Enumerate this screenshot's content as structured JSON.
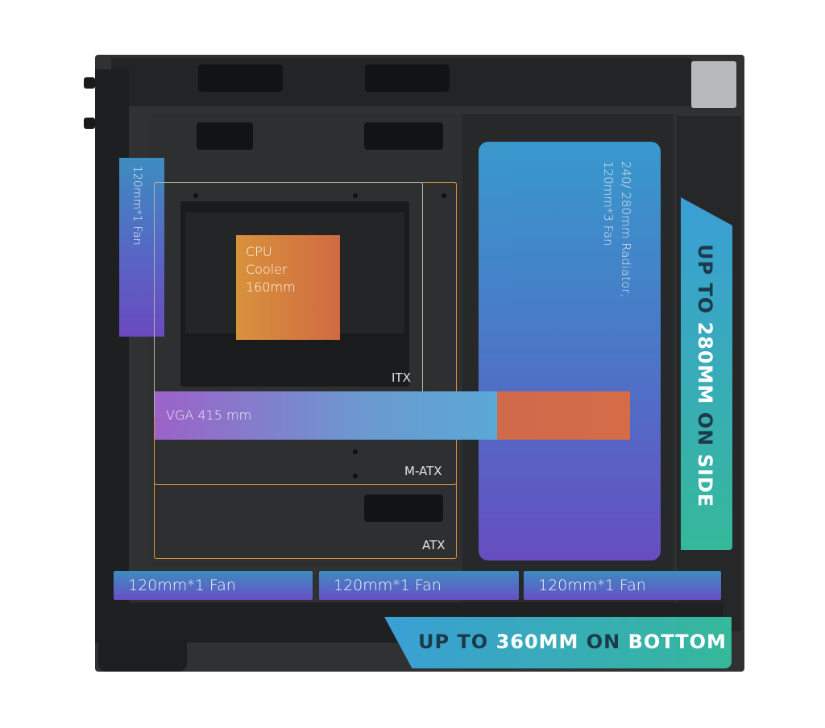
{
  "colors": {
    "overlay_top": "#3d8cc0",
    "overlay_bottom": "#6b4ac0",
    "cooler_start": "#d8923c",
    "cooler_end": "#d06a42",
    "board_outline": "#d8923c",
    "banner_start": "#3a9fd6",
    "banner_end": "#35b89a",
    "case_dark": "#2a2b2d"
  },
  "labels": {
    "top_fan": "120mm*1 Fan",
    "cpu_cooler": [
      "CPU",
      "Cooler",
      "160mm"
    ],
    "side_radiator": [
      "240/ 280mm Radiator,",
      "120mm*3 Fan"
    ],
    "vga": "VGA 415 mm",
    "board_itx": "ITX",
    "board_matx": "M-ATX",
    "board_atx": "ATX"
  },
  "bottom_fans": [
    "120mm*1 Fan",
    "120mm*1 Fan",
    "120mm*1 Fan"
  ],
  "side_banner": {
    "parts": [
      {
        "text": "UP TO ",
        "style": "dark"
      },
      {
        "text": "280MM ",
        "style": "white"
      },
      {
        "text": "ON ",
        "style": "dark"
      },
      {
        "text": "SIDE",
        "style": "white"
      }
    ]
  },
  "bottom_banner": {
    "parts": [
      {
        "text": "UP TO ",
        "style": "dark"
      },
      {
        "text": "360MM ",
        "style": "white"
      },
      {
        "text": "ON ",
        "style": "dark"
      },
      {
        "text": "BOTTOM",
        "style": "white"
      }
    ]
  }
}
